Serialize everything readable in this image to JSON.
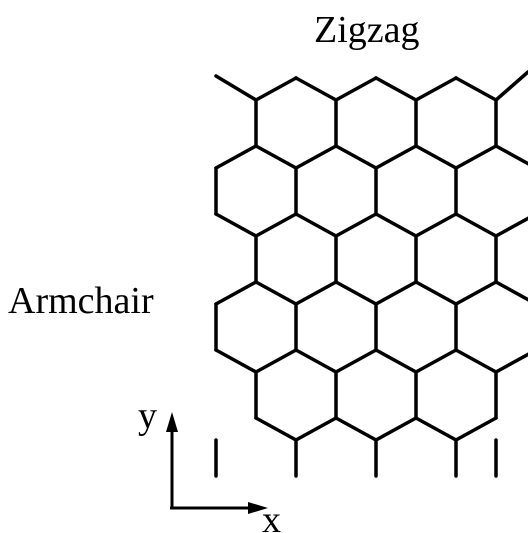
{
  "labels": {
    "top_edge": "Zigzag",
    "side_edge": "Armchair",
    "axis_x": "x",
    "axis_y": "y"
  },
  "lattice": {
    "type": "honeycomb",
    "columns": 4,
    "rows": 5,
    "stroke": "#000000"
  },
  "axes": {
    "color": "#000000"
  }
}
